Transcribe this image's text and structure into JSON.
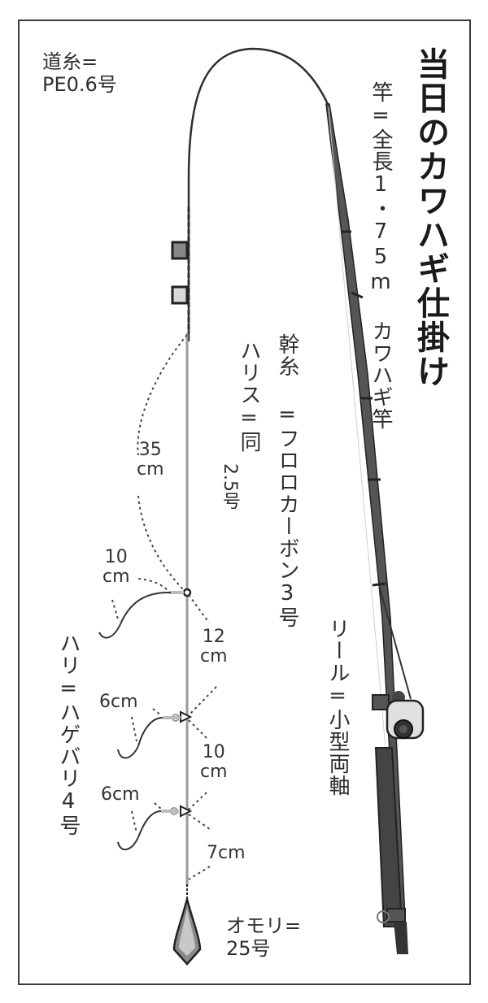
{
  "title": "当日のカワハギ仕掛け",
  "labels": {
    "main_line": {
      "line1": "道糸=",
      "line2": "PE0.6号"
    },
    "rod": "竿=全長1・75m カワハギ竿",
    "trunk_line": "幹糸 =フロロカーボン3号",
    "leader": {
      "col1": "ハリス=同",
      "col2": "2.5号"
    },
    "reel": "リール=小型両軸",
    "hook": "ハリ=ハゲバリ4号",
    "sinker": {
      "line1": "オモリ=",
      "line2": "25号"
    }
  },
  "dimensions": {
    "top_to_first_branch": {
      "value": "35",
      "unit": "cm"
    },
    "branch1_length": {
      "value": "10",
      "unit": "cm"
    },
    "branch1_to_branch2": {
      "value": "12",
      "unit": "cm"
    },
    "branch2_length": "6cm",
    "branch2_to_branch3": {
      "value": "10",
      "unit": "cm"
    },
    "branch3_length": "6cm",
    "branch3_to_sinker": "7cm"
  },
  "colors": {
    "ink": "#2e2e2e",
    "line_gray": "#9a9a9a",
    "rod_dark": "#3a3a3a"
  }
}
